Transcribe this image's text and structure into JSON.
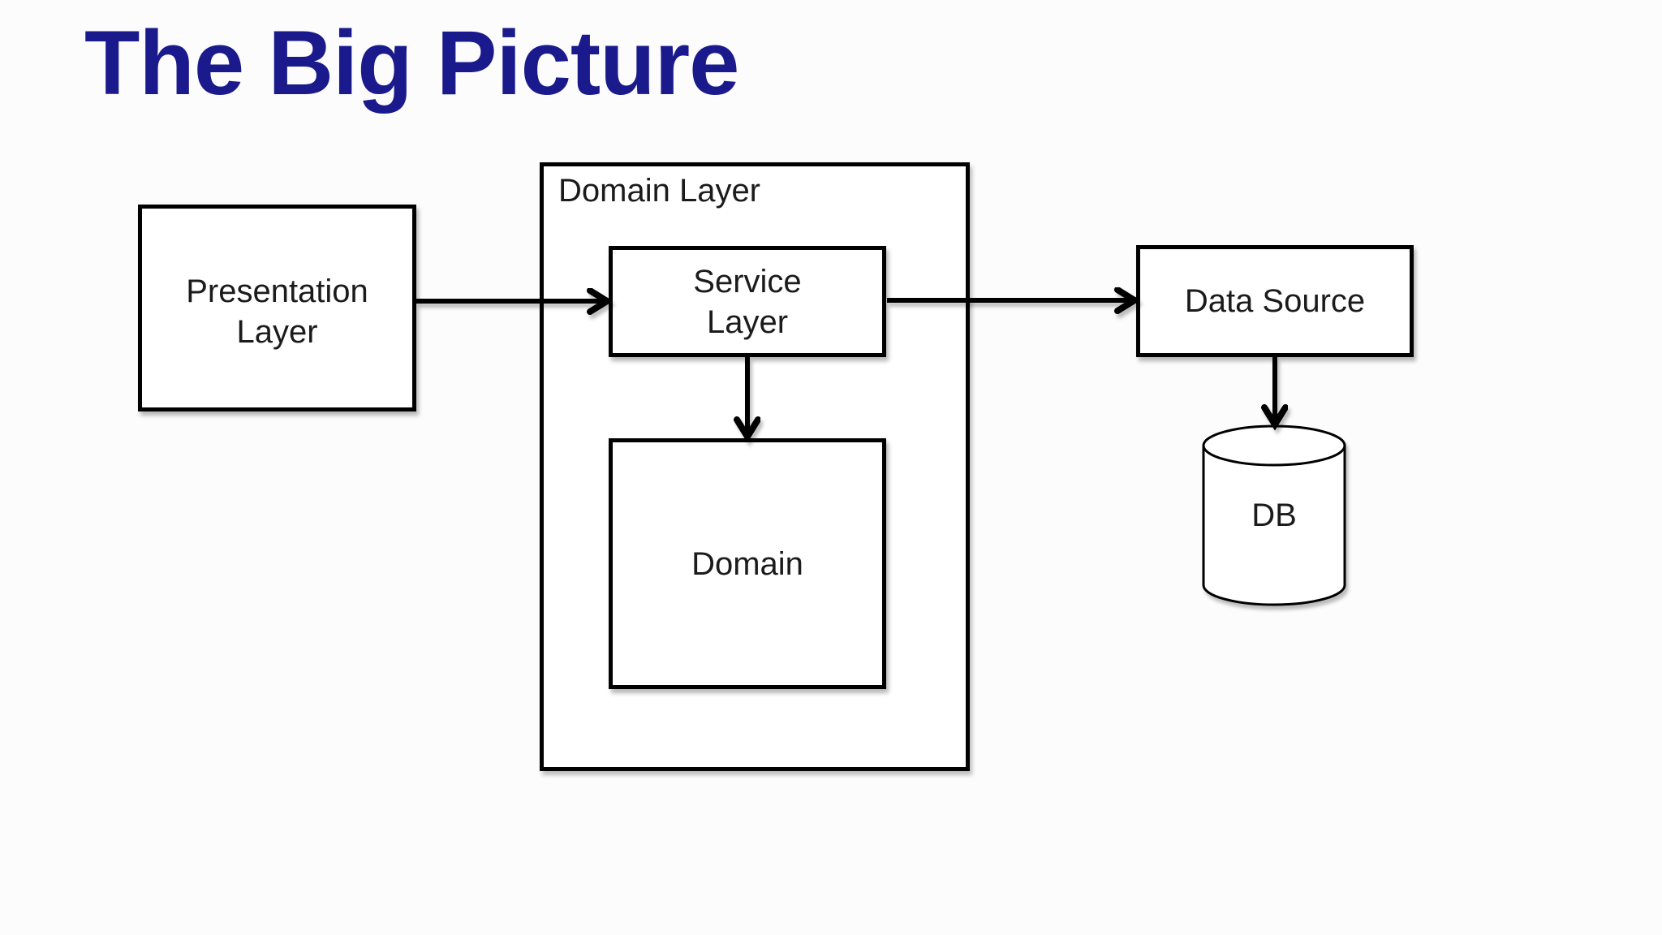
{
  "title": "The Big Picture",
  "colors": {
    "title_text": "#1a1a8c",
    "diagram_line": "#000000",
    "box_fill": "#ffffff",
    "label_text": "#1b1b1b",
    "background": "#fcfcfd"
  },
  "diagram": {
    "presentation_layer": {
      "line1": "Presentation",
      "line2": "Layer"
    },
    "domain_layer_container": {
      "label": "Domain Layer"
    },
    "service_layer": {
      "line1": "Service",
      "line2": "Layer"
    },
    "domain": {
      "label": "Domain"
    },
    "data_source": {
      "label": "Data Source"
    },
    "db": {
      "label": "DB"
    }
  }
}
